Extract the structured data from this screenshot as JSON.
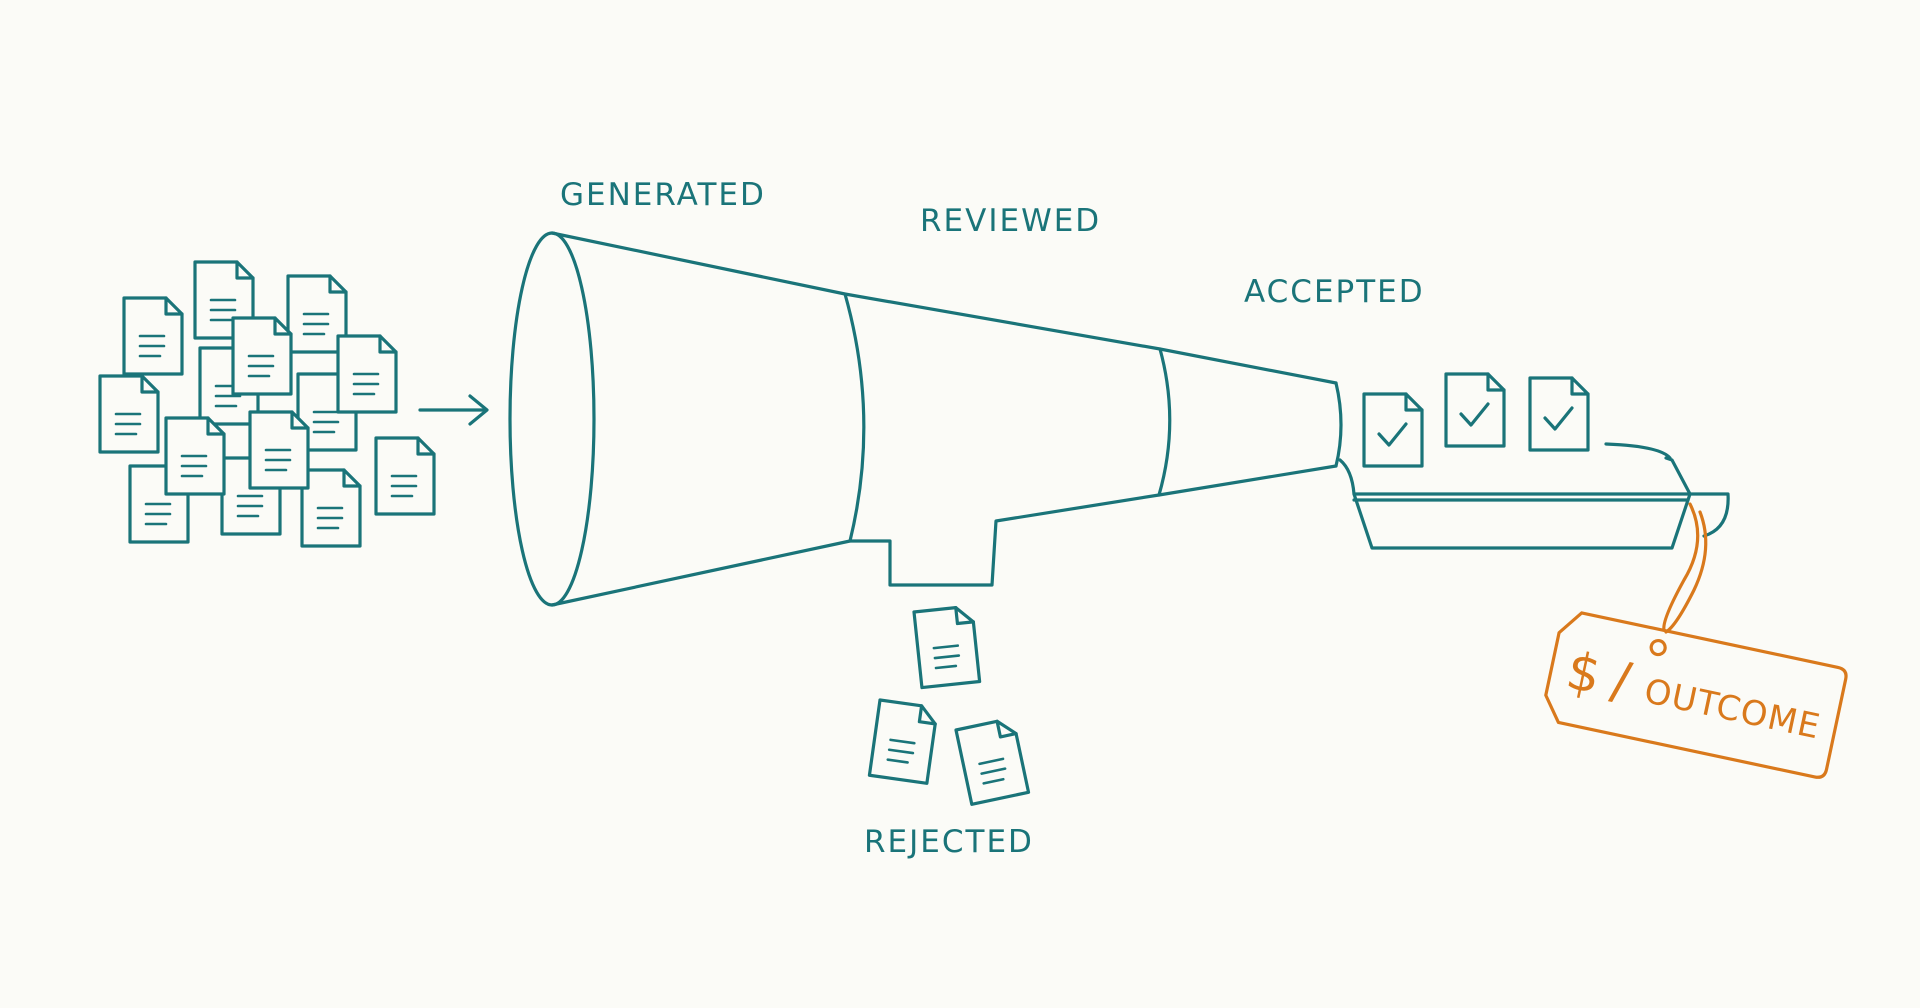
{
  "labels": {
    "generated": "GENERATED",
    "reviewed": "REVIEWED",
    "accepted": "ACCEPTED",
    "rejected": "REJECTED"
  },
  "price_tag": {
    "symbol": "$",
    "separator": "/",
    "text": "OUTCOME"
  },
  "colors": {
    "ink": "#1a7479",
    "tag": "#d9791c",
    "background": "#fbfbf7"
  },
  "icons": [
    "document-icon",
    "checked-document-icon",
    "arrow-right-icon",
    "funnel",
    "tray",
    "price-tag-icon"
  ]
}
